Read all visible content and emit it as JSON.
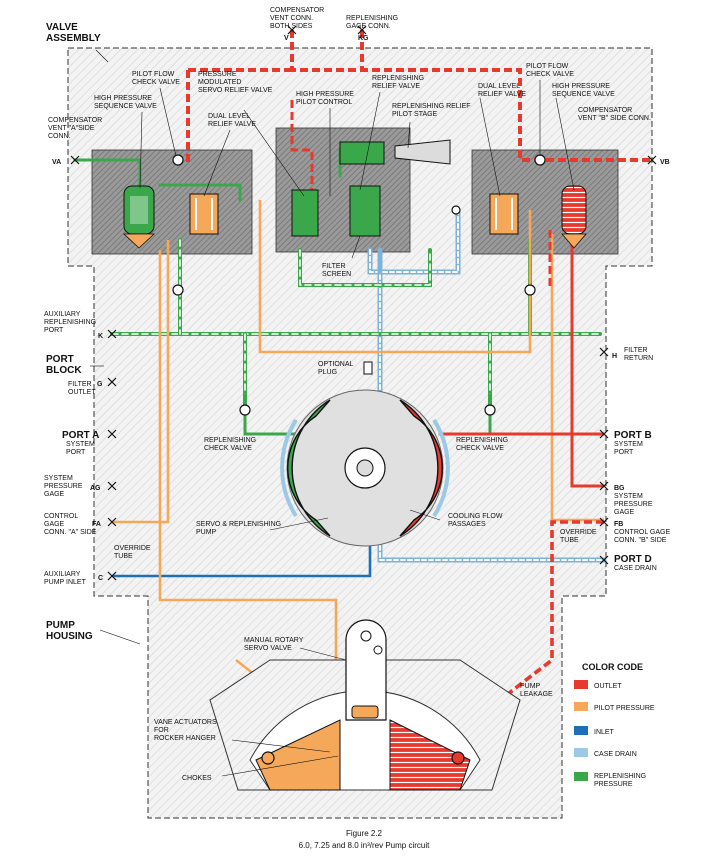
{
  "sections": {
    "valve_assembly": [
      "VALVE",
      "ASSEMBLY"
    ],
    "port_block": [
      "PORT",
      "BLOCK"
    ],
    "pump_housing": [
      "PUMP",
      "HOUSING"
    ]
  },
  "labels": {
    "comp_vent_conn": [
      "COMPENSATOR",
      "VENT CONN.",
      "BOTH SIDES"
    ],
    "port_v": "V",
    "repl_gage_conn": [
      "REPLENISHING",
      "GAGE CONN."
    ],
    "port_kg": "KG",
    "pilot_flow_check_left": [
      "PILOT FLOW",
      "CHECK VALVE"
    ],
    "pressure_mod_servo": [
      "PRESSURE",
      "MODULATED",
      "SERVO RELIEF VALVE"
    ],
    "repl_relief_valve": [
      "REPLENISHING",
      "RELIEF VALVE"
    ],
    "dual_level_right": [
      "DUAL LEVEL",
      "RELIEF VALVE"
    ],
    "pilot_flow_check_right": [
      "PILOT FLOW",
      "CHECK VALVE"
    ],
    "hp_seq_left": [
      "HIGH PRESSURE",
      "SEQUENCE VALVE"
    ],
    "hp_pilot_control": [
      "HIGH PRESSURE",
      "PILOT CONTROL"
    ],
    "repl_relief_pilot": [
      "REPLENISHING RELIEF",
      "PILOT STAGE"
    ],
    "hp_seq_right": [
      "HIGH PRESSURE",
      "SEQUENCE VALVE"
    ],
    "comp_vent_a": [
      "COMPENSATOR",
      "VENT \"A\"SIDE",
      "CONN."
    ],
    "dual_level_left": [
      "DUAL LEVEL",
      "RELIEF VALVE"
    ],
    "comp_vent_b": [
      "COMPENSATOR",
      "VENT \"B\" SIDE CONN."
    ],
    "port_va": "VA",
    "port_vb": "VB",
    "filter_screen": [
      "FILTER",
      "SCREEN"
    ],
    "aux_repl_port": [
      "AUXILIARY",
      "REPLENISHING",
      "PORT"
    ],
    "port_k": "K",
    "filter_return": [
      "FILTER",
      "RETURN"
    ],
    "port_h": "H",
    "optional_plug": [
      "OPTIONAL",
      "PLUG"
    ],
    "filter_outlet": [
      "FILTER",
      "OUTLET"
    ],
    "port_g": "G",
    "port_a": "PORT A",
    "system_port_a": [
      "SYSTEM",
      "PORT"
    ],
    "repl_check_left": [
      "REPLENISHING",
      "CHECK VALVE"
    ],
    "repl_check_right": [
      "REPLENISHING",
      "CHECK VALVE"
    ],
    "port_b": "PORT B",
    "system_port_b": [
      "SYSTEM",
      "PORT"
    ],
    "sys_pressure_gage_a": [
      "SYSTEM",
      "PRESSURE",
      "GAGE"
    ],
    "port_ag": "AG",
    "port_bg": "BG",
    "sys_pressure_gage_b": [
      "SYSTEM",
      "PRESSURE",
      "GAGE"
    ],
    "control_gage_a": [
      "CONTROL",
      "GAGE",
      "CONN. \"A\" SIDE"
    ],
    "port_fa": "FA",
    "servo_repl_pump": [
      "SERVO & REPLENISHING",
      "PUMP"
    ],
    "cooling_flow": [
      "COOLING FLOW",
      "PASSAGES"
    ],
    "port_fb": "FB",
    "control_gage_b": [
      "CONTROL GAGE",
      "CONN. \"B\" SIDE"
    ],
    "override_tube_left": [
      "OVERRIDE",
      "TUBE"
    ],
    "override_tube_right": [
      "OVERRIDE",
      "TUBE"
    ],
    "aux_pump_inlet": [
      "AUXILIARY",
      "PUMP INLET"
    ],
    "port_c": "C",
    "port_d": "PORT D",
    "case_drain": "CASE DRAIN",
    "manual_rotary_servo": [
      "MANUAL ROTARY",
      "SERVO VALVE"
    ],
    "pump_leakage": [
      "PUMP",
      "LEAKAGE"
    ],
    "vane_actuators": [
      "VANE ACTUATORS",
      "FOR",
      "ROCKER HANGER"
    ],
    "chokes": "CHOKES"
  },
  "legend": {
    "title": "COLOR CODE",
    "items": [
      {
        "label": "OUTLET",
        "color": "#e8392e"
      },
      {
        "label": "PILOT PRESSURE",
        "color": "#f5a85a"
      },
      {
        "label": "INLET",
        "color": "#1f6fb6"
      },
      {
        "label": "CASE DRAIN",
        "color": "#9cc9e6"
      },
      {
        "label": "REPLENISHING",
        "label2": "PRESSURE",
        "color": "#3aa84a"
      }
    ]
  },
  "caption": {
    "line1": "Figure 2.2",
    "line2": "6.0, 7.25 and 8.0 in³/rev Pump circuit"
  }
}
